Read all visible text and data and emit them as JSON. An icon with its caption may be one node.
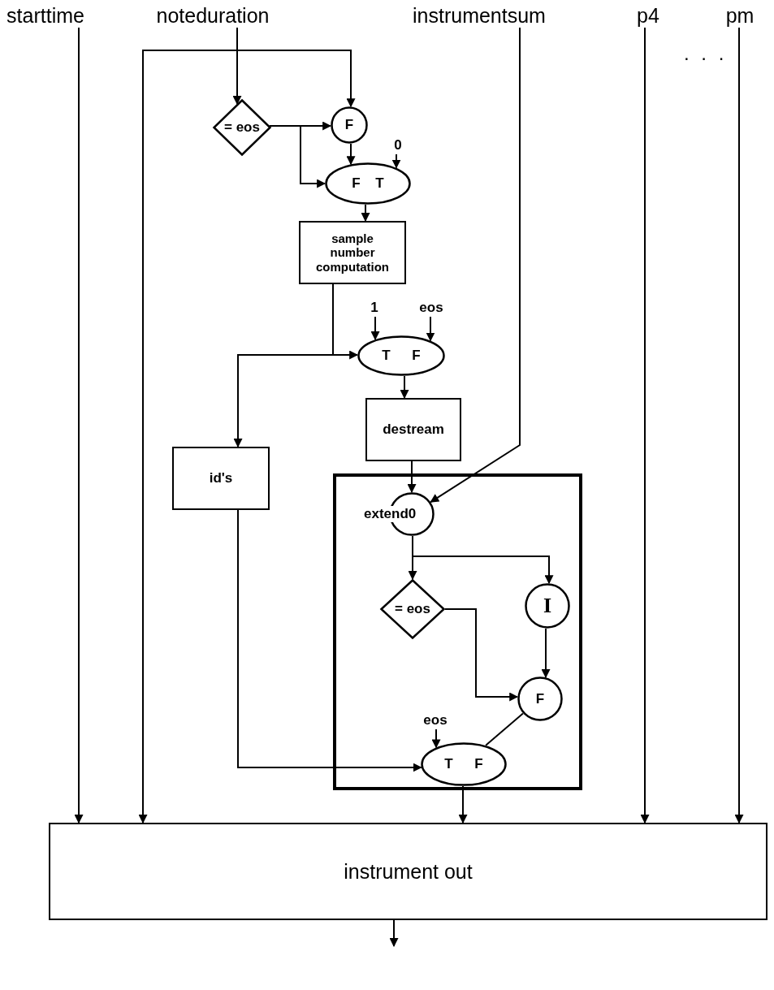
{
  "diagram": {
    "nodes": [
      {
        "text": [
          "starttime"
        ]
      },
      {
        "text": [
          "noteduration"
        ]
      },
      {
        "text": [
          "instrumentsum"
        ]
      },
      {
        "text": [
          "p4"
        ]
      },
      {
        "text": [
          "pm"
        ]
      },
      {
        "text": [
          "= eos"
        ]
      },
      {
        "text": [
          "F"
        ]
      },
      {
        "text": [
          "F T"
        ]
      },
      {
        "text": [
          "0"
        ]
      },
      {
        "text": [
          "sample number computation"
        ]
      },
      {
        "text": [
          "1"
        ]
      },
      {
        "text": [
          "eos"
        ]
      },
      {
        "text": [
          "T F"
        ]
      },
      {
        "text": [
          "destream"
        ]
      },
      {
        "text": [
          "id's"
        ]
      },
      {
        "text": [],
        "shape": "box"
      },
      {
        "text": [
          "extend0"
        ],
        "in": 15
      },
      {
        "text": [
          "= eos"
        ],
        "in": 15
      },
      {
        "text": [
          "I"
        ],
        "in": 15
      },
      {
        "text": [
          "F"
        ],
        "in": 15
      },
      {
        "text": [
          "eos"
        ],
        "in": 15
      },
      {
        "text": [
          "T F"
        ],
        "in": 15
      },
      {
        "text": [
          "instrument out"
        ]
      }
    ],
    "edges": [
      {
        "from": 0,
        "to": 22,
        "arrow": "to"
      },
      {
        "from": 1,
        "to": 5,
        "arrow": "to"
      },
      {
        "from": 1,
        "to": 6,
        "arrow": "to"
      },
      {
        "from": 1,
        "to": 22,
        "arrow": "to"
      },
      {
        "from": 5,
        "to": 6,
        "arrow": "to"
      },
      {
        "from": 5,
        "to": 7,
        "arrow": "to"
      },
      {
        "from": 6,
        "to": 7,
        "arrow": "to"
      },
      {
        "from": 8,
        "to": 7,
        "arrow": "to"
      },
      {
        "from": 7,
        "to": 9,
        "arrow": "to"
      },
      {
        "from": 9,
        "to": 12,
        "arrow": "to"
      },
      {
        "from": 9,
        "to": 14,
        "arrow": "to"
      },
      {
        "from": 10,
        "to": 12,
        "arrow": "to"
      },
      {
        "from": 11,
        "to": 12,
        "arrow": "to"
      },
      {
        "from": 12,
        "to": 13,
        "arrow": "to"
      },
      {
        "from": 13,
        "to": 16,
        "arrow": "to"
      },
      {
        "from": 2,
        "to": 16,
        "arrow": "to"
      },
      {
        "from": 16,
        "to": 17,
        "arrow": "to"
      },
      {
        "from": 16,
        "to": 18,
        "arrow": "to"
      },
      {
        "from": 17,
        "to": 19,
        "arrow": "to"
      },
      {
        "from": 18,
        "to": 19,
        "arrow": "to"
      },
      {
        "from": 19,
        "to": 21,
        "arrow": "none"
      },
      {
        "from": 20,
        "to": 21,
        "arrow": "to"
      },
      {
        "from": 14,
        "to": 21,
        "arrow": "to"
      },
      {
        "from": 21,
        "to": 22,
        "arrow": "to"
      },
      {
        "from": 3,
        "to": 22,
        "arrow": "to"
      },
      {
        "from": 4,
        "to": 22,
        "arrow": "to"
      },
      {
        "from": 22,
        "to": null,
        "arrow": "to"
      }
    ],
    "labels": [
      ". . ."
    ]
  }
}
